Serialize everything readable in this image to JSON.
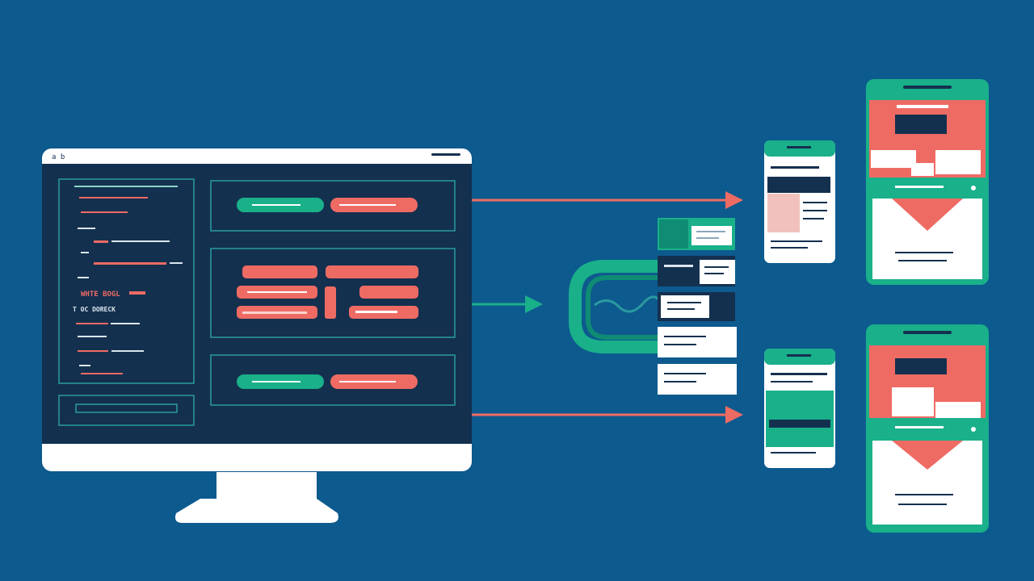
{
  "colors": {
    "background": "#0d5a8e",
    "screen": "#14304f",
    "frame": "#ffffff",
    "coral": "#ee6b64",
    "teal": "#19b08a",
    "teal_dark": "#0f8c73",
    "panel_outline": "#2a9aa0",
    "light_text": "#dbe6ee"
  },
  "monitor": {
    "titlebar_text": "a b",
    "code_fragments": [
      "WHTE BOGL",
      "T OC DORECK"
    ]
  },
  "flow": {
    "arrows": [
      {
        "color": "coral",
        "direction": "right"
      },
      {
        "color": "teal",
        "direction": "right"
      },
      {
        "color": "coral",
        "direction": "right"
      }
    ]
  },
  "devices": {
    "small_phone_count": 2,
    "large_phone_count": 2
  }
}
